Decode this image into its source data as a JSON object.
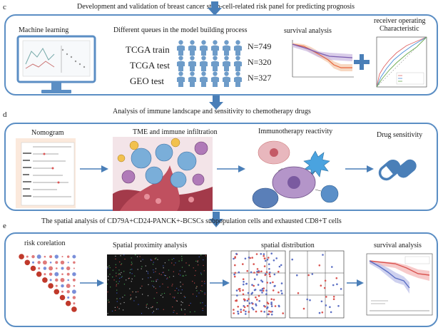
{
  "section_c": {
    "letter": "c",
    "title": "Development and validation of  breast cancer  stem-cell-related risk panel for predicting prognosis",
    "machine_learning": "Machine learning",
    "queues_title": "Different queues in the model building process",
    "cohorts": [
      {
        "name": "TCGA train",
        "n": "N=749"
      },
      {
        "name": "TCGA test",
        "n": "N=320"
      },
      {
        "name": "GEO test",
        "n": "N=327"
      }
    ],
    "survival": "survival analysis",
    "roc_line1": "receiver operating",
    "roc_line2": "Characteristic"
  },
  "section_d": {
    "letter": "d",
    "title": "Analysis of immune landscape  and  sensitivity to chemotherapy drugs",
    "nomogram": "Nomogram",
    "tme": "TME and immune infiltration",
    "immunotherapy": "Immunotherapy reactivity",
    "drug": "Drug sensitivity"
  },
  "section_e": {
    "letter": "e",
    "title": "The spatial analysis of CD79A+CD24-PANCK+-BCSCs     subpopulation cells and exhausted CD8+T cells",
    "risk": "risk corelation",
    "proximity": "Spatial proximity analysis",
    "distribution": "spatial distribution",
    "survival": "survival analysis"
  },
  "colors": {
    "panel_border": "#5b8ec4",
    "arrow": "#4a7fb8",
    "person": "#6e9cc9",
    "high_risk": "#d9534f",
    "low_risk": "#5b6fc4"
  }
}
